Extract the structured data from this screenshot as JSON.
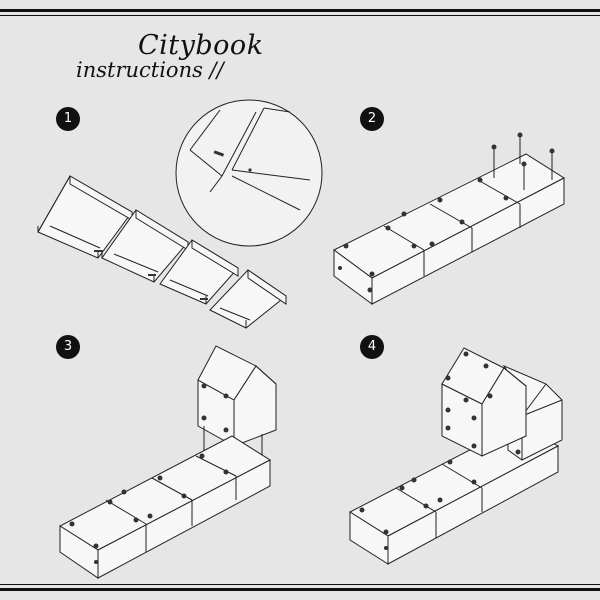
{
  "header": {
    "title": "Citybook",
    "subtitle": "instructions //"
  },
  "steps": [
    {
      "label": "1"
    },
    {
      "label": "2"
    },
    {
      "label": "3"
    },
    {
      "label": "4"
    }
  ],
  "watermark": "",
  "colors": {
    "background": "#e6e6e6",
    "ink": "#222222",
    "badge": "#111111"
  }
}
